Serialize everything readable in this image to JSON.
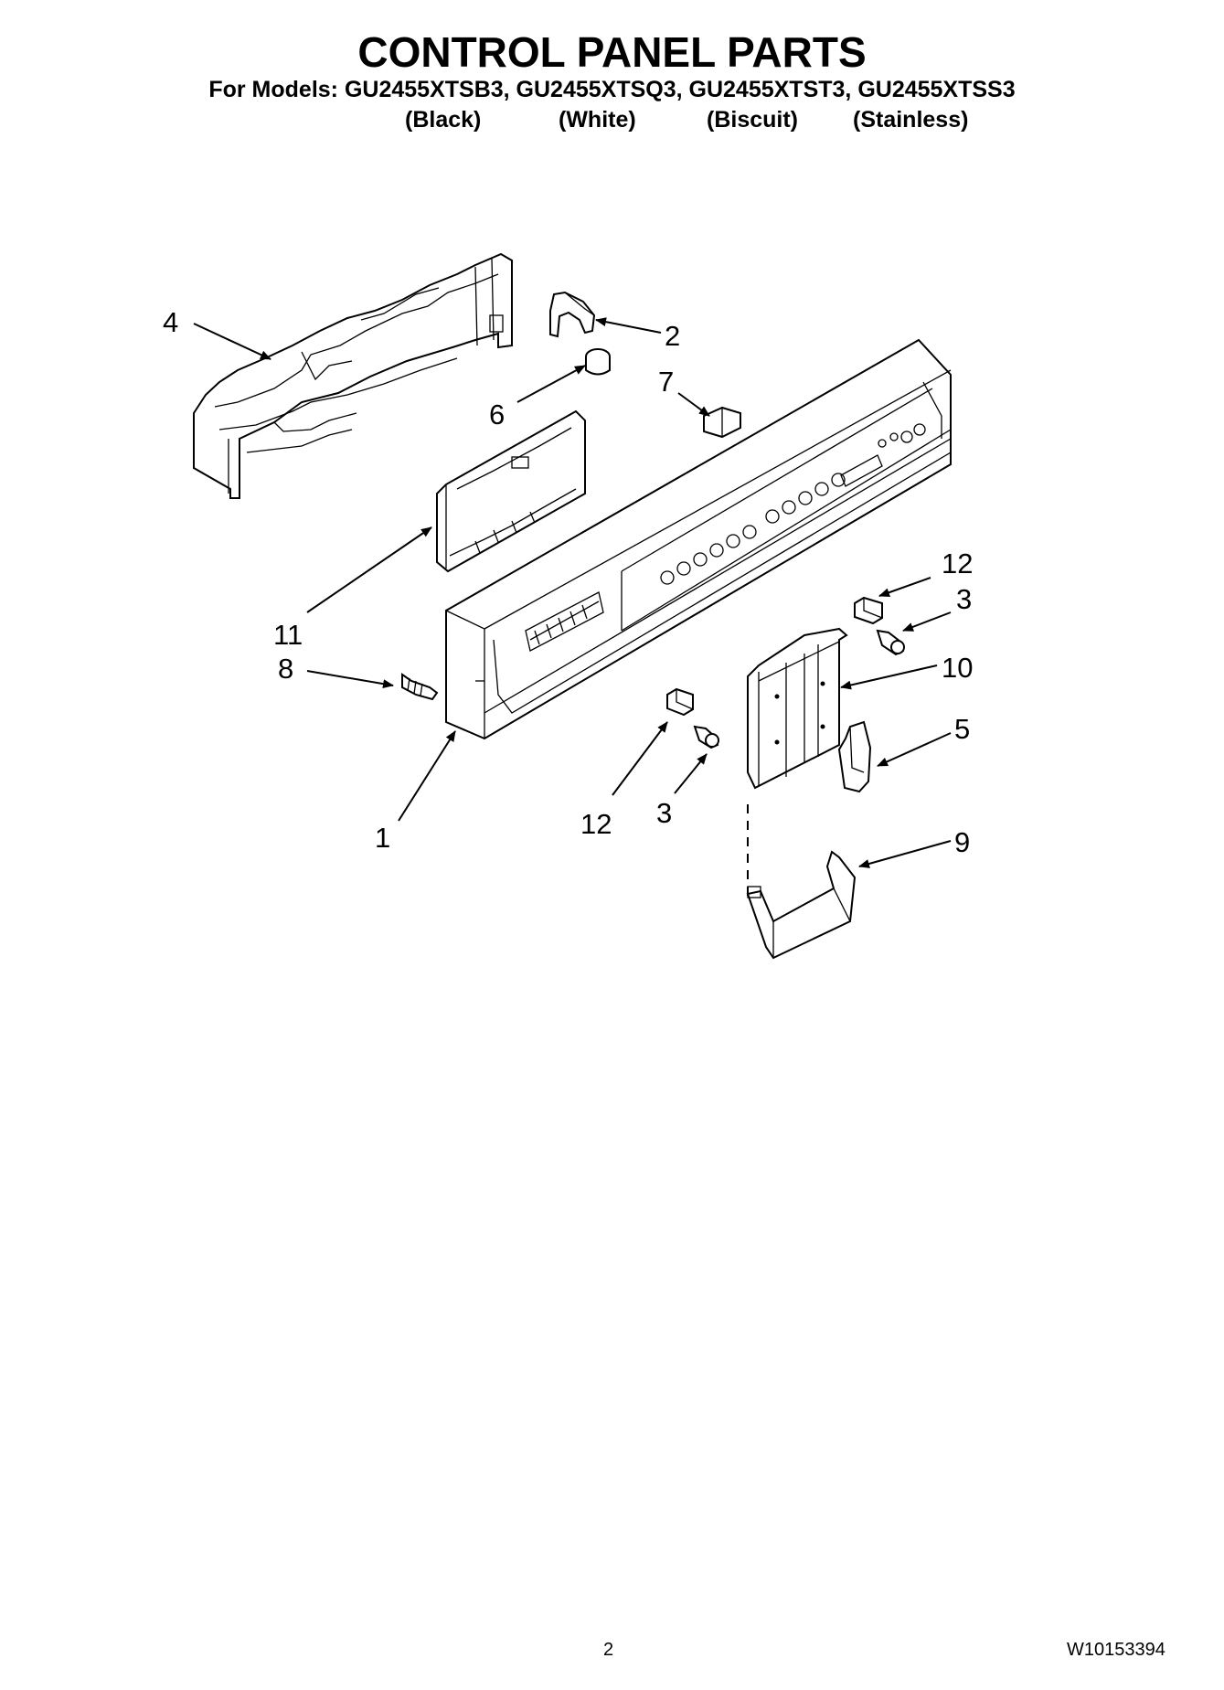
{
  "header": {
    "title": "CONTROL PANEL PARTS",
    "models_line": "For Models: GU2455XTSB3, GU2455XTSQ3, GU2455XTST3, GU2455XTSS3",
    "variants": [
      "(Black)",
      "(White)",
      "(Biscuit)",
      "(Stainless)"
    ]
  },
  "callouts": {
    "c1": "1",
    "c2": "2",
    "c3a": "3",
    "c3b": "3",
    "c4": "4",
    "c5": "5",
    "c6": "6",
    "c7": "7",
    "c8": "8",
    "c9": "9",
    "c10": "10",
    "c11": "11",
    "c12a": "12",
    "c12b": "12"
  },
  "footer": {
    "page_number": "2",
    "document_number": "W10153394"
  }
}
